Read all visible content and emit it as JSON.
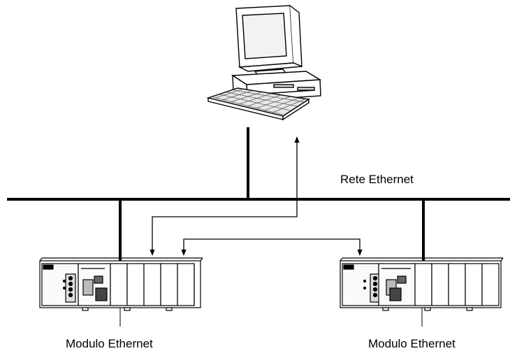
{
  "network": {
    "label": "Rete Ethernet"
  },
  "modules": [
    {
      "label": "Modulo Ethernet"
    },
    {
      "label": "Modulo Ethernet"
    }
  ],
  "colors": {
    "line": "#000000",
    "background": "#ffffff"
  }
}
